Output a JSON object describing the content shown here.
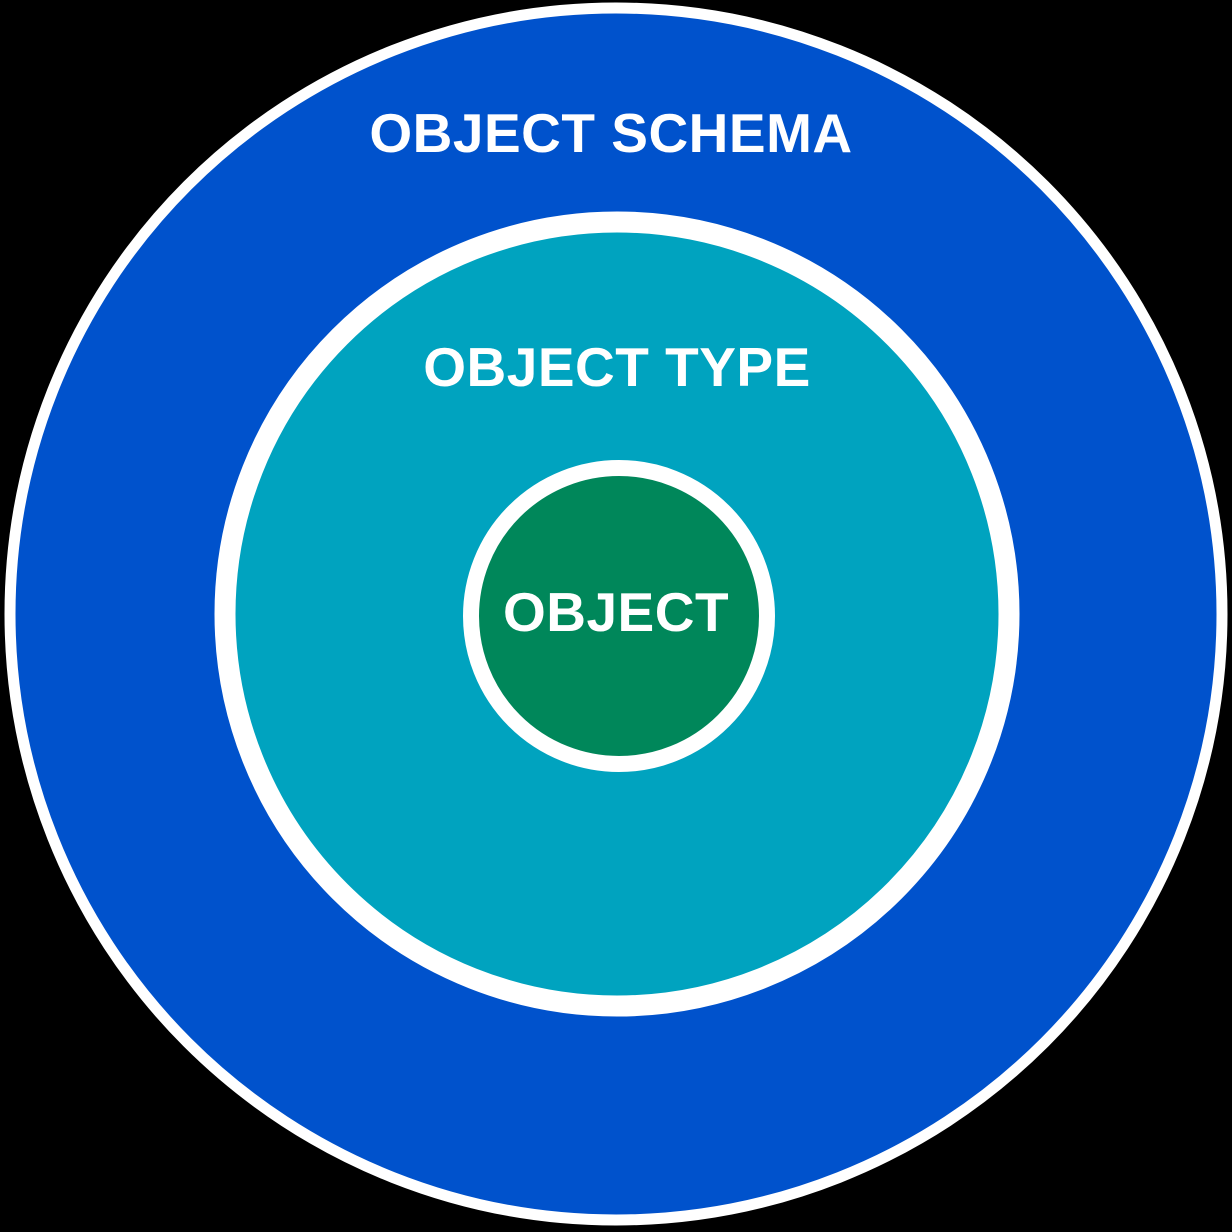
{
  "background_color": "#000000",
  "ring_border_color": "#FFFFFF",
  "label_text_color": "#FFFFFF",
  "rings": [
    {
      "name": "object-schema",
      "label": "OBJECT SCHEMA",
      "fill_color": "#0052CC"
    },
    {
      "name": "object-type",
      "label": "OBJECT TYPE",
      "fill_color": "#00A3BF"
    },
    {
      "name": "object",
      "label": "OBJECT",
      "fill_color": "#00875A"
    }
  ]
}
